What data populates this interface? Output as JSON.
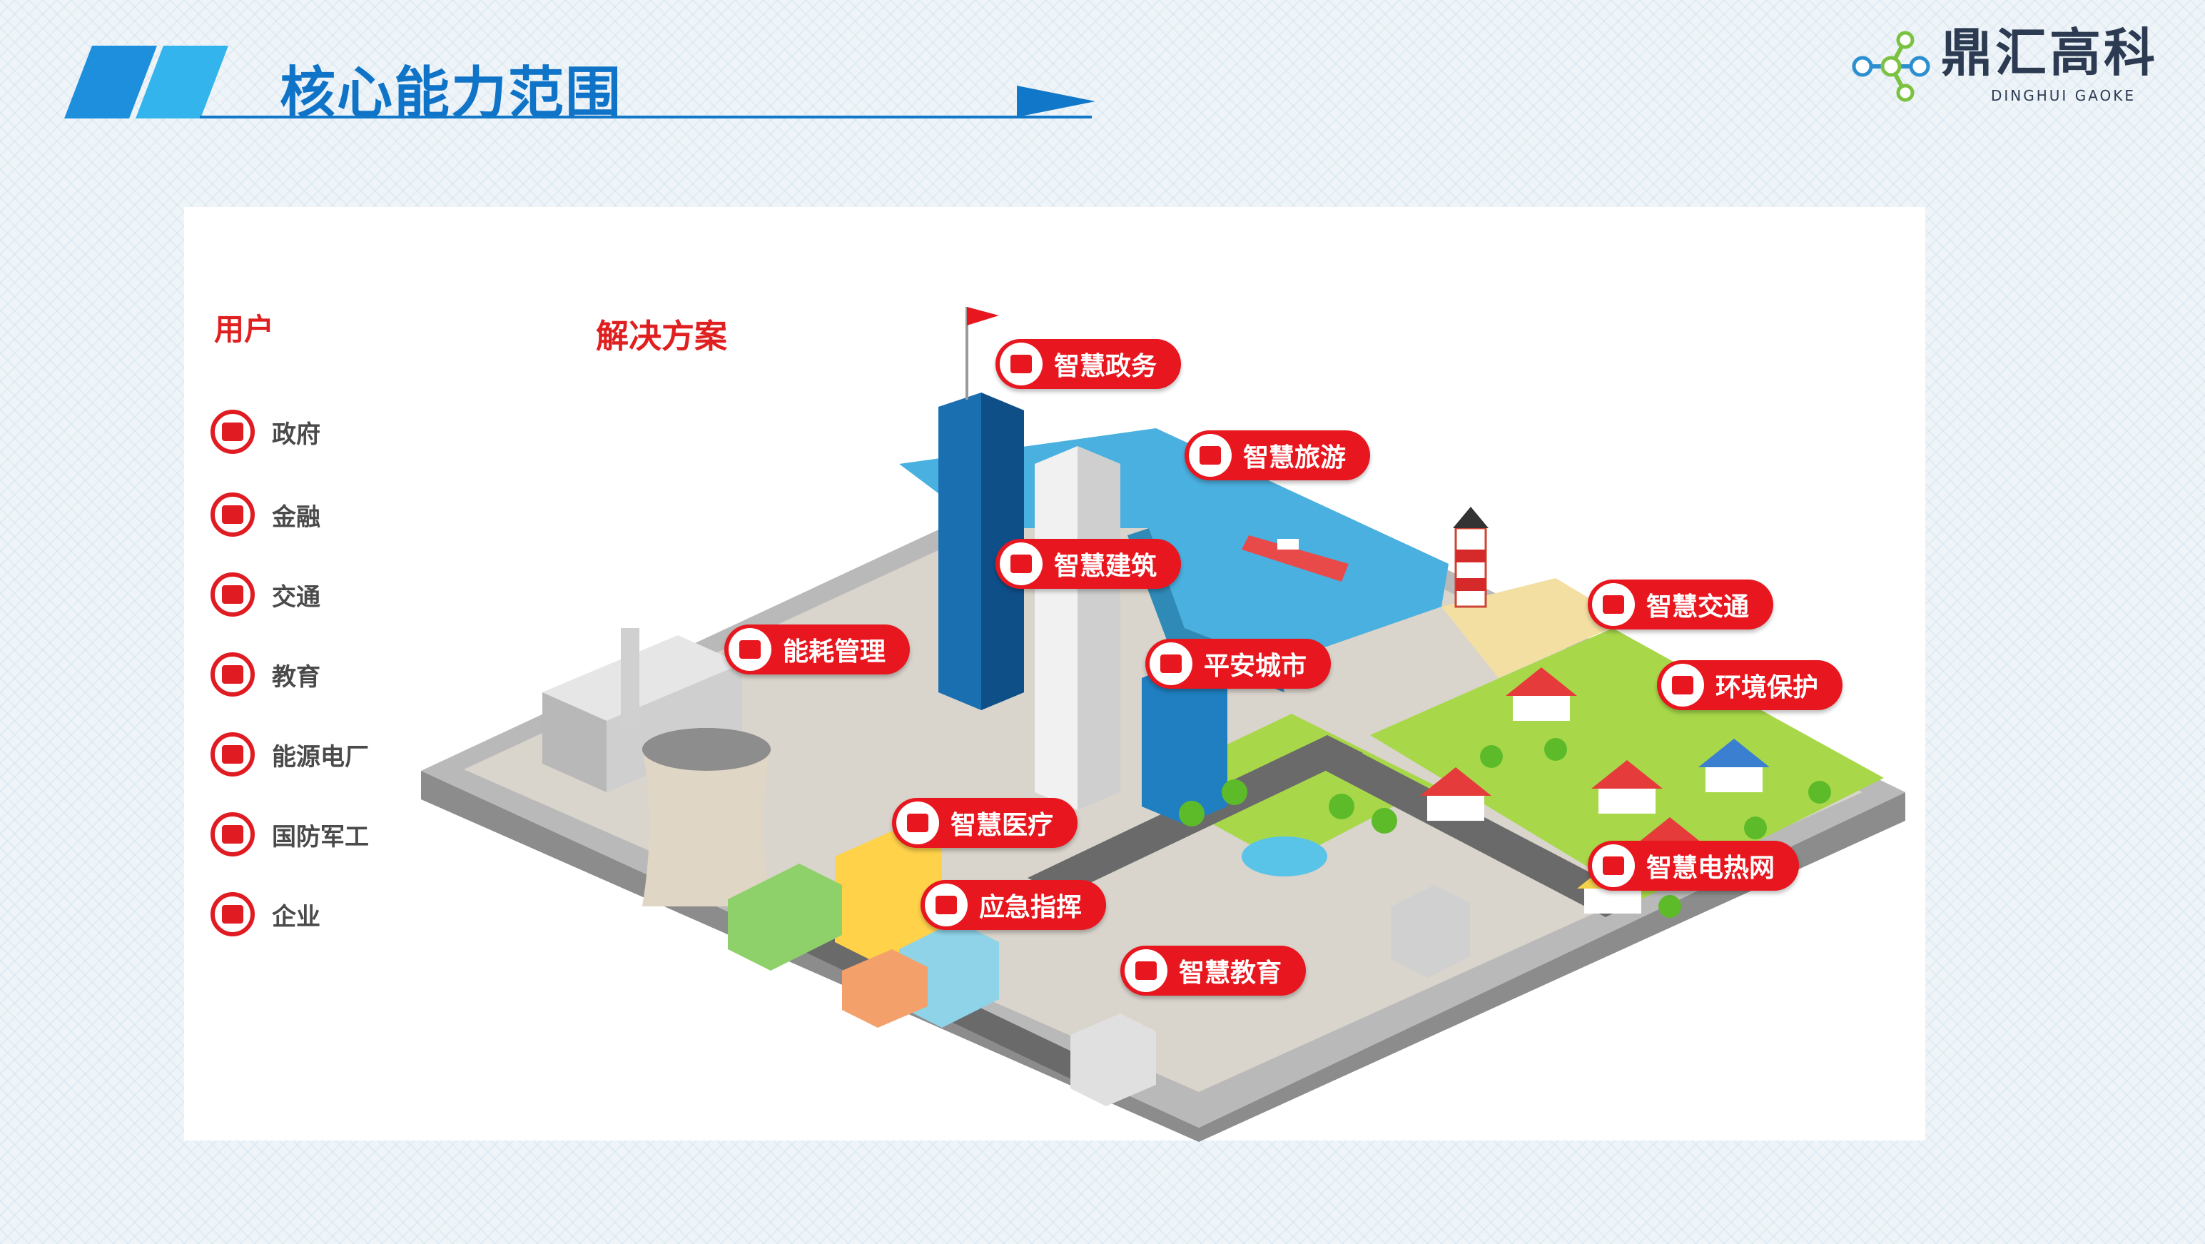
{
  "header": {
    "title": "核心能力范围"
  },
  "logo": {
    "name": "鼎汇高科",
    "subtitle": "DINGHUI GAOKE"
  },
  "users": {
    "heading": "用户",
    "items": [
      {
        "label": "政府",
        "icon": "government-building-icon"
      },
      {
        "label": "金融",
        "icon": "coins-icon"
      },
      {
        "label": "交通",
        "icon": "bus-icon"
      },
      {
        "label": "教育",
        "icon": "books-icon"
      },
      {
        "label": "能源电厂",
        "icon": "factory-icon"
      },
      {
        "label": "国防军工",
        "icon": "satellite-dish-icon"
      },
      {
        "label": "企业",
        "icon": "toolbox-icon"
      }
    ]
  },
  "solutions": {
    "heading": "解决方案",
    "items": [
      {
        "label": "智慧政务",
        "icon": "briefcase-icon"
      },
      {
        "label": "智慧旅游",
        "icon": "tourism-icon"
      },
      {
        "label": "智慧建筑",
        "icon": "building-icon"
      },
      {
        "label": "能耗管理",
        "icon": "gas-pump-icon"
      },
      {
        "label": "平安城市",
        "icon": "shield-icon"
      },
      {
        "label": "智慧交通",
        "icon": "train-icon"
      },
      {
        "label": "环境保护",
        "icon": "leaf-hand-icon"
      },
      {
        "label": "智慧医疗",
        "icon": "pill-capsule-icon"
      },
      {
        "label": "应急指挥",
        "icon": "siren-person-icon"
      },
      {
        "label": "智慧电热网",
        "icon": "laptop-icon"
      },
      {
        "label": "智慧教育",
        "icon": "graduation-cap-icon"
      }
    ]
  },
  "colors": {
    "accent_red": "#e8161e",
    "title_blue": "#0f73c8",
    "stripe_blue": "#1d8fdc",
    "water": "#4ab0df",
    "grass": "#a8d84a"
  }
}
